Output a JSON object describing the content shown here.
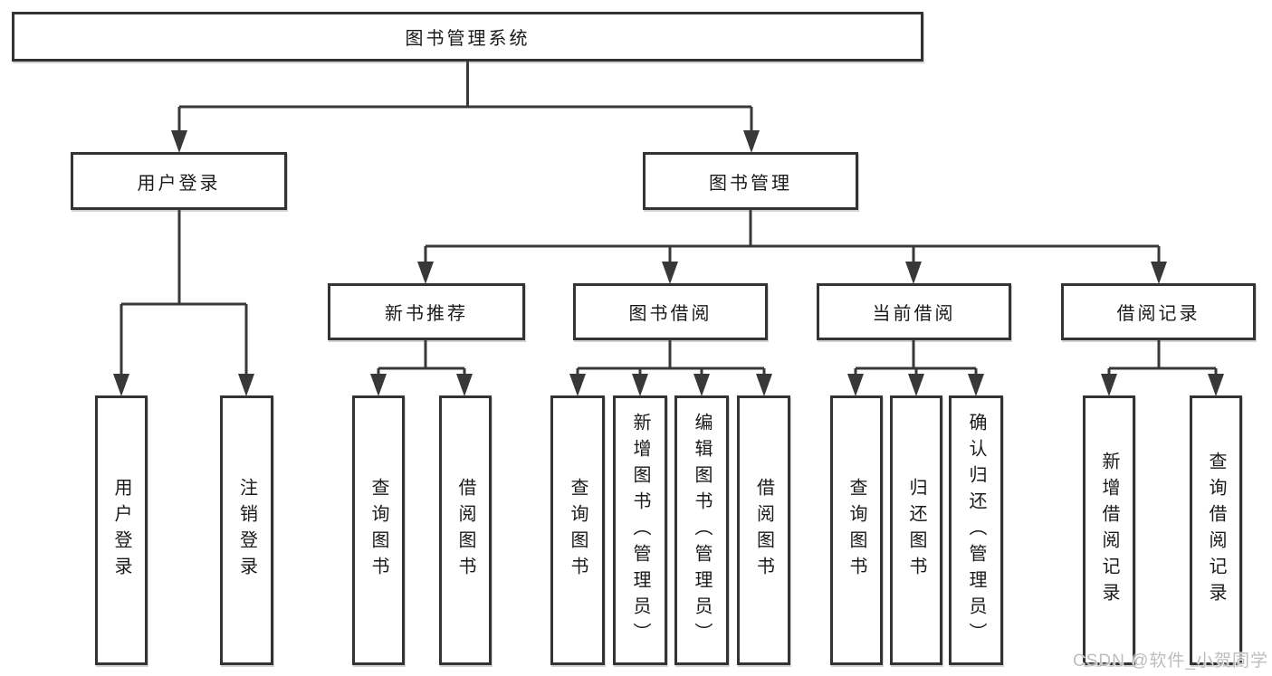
{
  "diagram": {
    "title": "图书管理系统",
    "branches": [
      {
        "label": "用户登录",
        "children": [
          "用户登录",
          "注销登录"
        ]
      },
      {
        "label": "图书管理",
        "sections": [
          {
            "label": "新书推荐",
            "children": [
              "查询图书",
              "借阅图书"
            ]
          },
          {
            "label": "图书借阅",
            "children": [
              "查询图书",
              "新增图书（管理员）",
              "编辑图书（管理员）",
              "借阅图书"
            ]
          },
          {
            "label": "当前借阅",
            "children": [
              "查询图书",
              "归还图书",
              "确认归还（管理员）"
            ]
          },
          {
            "label": "借阅记录",
            "children": [
              "新增借阅记录",
              "查询借阅记录"
            ]
          }
        ]
      }
    ]
  },
  "watermark": "CSDN @软件_小贺同学",
  "colors": {
    "line": "#383838",
    "box_border": "#333333",
    "text": "#1a1a1a",
    "watermark": "#bdbdbd",
    "background": "#ffffff"
  }
}
